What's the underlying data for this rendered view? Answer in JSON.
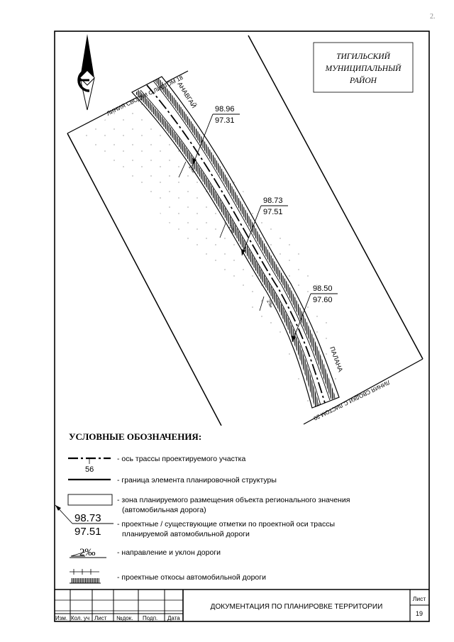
{
  "corner_mark": "2.",
  "district_box": {
    "line1": "ТИГИЛЬСКИЙ",
    "line2": "МУНИЦИПАЛЬНЫЙ",
    "line3": "РАЙОН"
  },
  "map": {
    "match_line_top": "ЛИНИЯ СВОДКИ С ЛИСТОМ 18",
    "match_line_bottom": "ЛИНИЯ СВОДКИ С ЛИСТОМ 20",
    "direction_top": "АНАВГАЙ",
    "direction_bottom": "ПАЛАНА",
    "elevations": [
      {
        "design": "98.96",
        "existing": "97.31"
      },
      {
        "design": "98.73",
        "existing": "97.51"
      },
      {
        "design": "98.50",
        "existing": "97.60"
      }
    ]
  },
  "legend": {
    "title": "УСЛОВНЫЕ ОБОЗНАЧЕНИЯ:",
    "axis_number": "56",
    "items": [
      {
        "text": "- ось трассы проектируемого участка"
      },
      {
        "text": "- граница элемента планировочной структуры"
      },
      {
        "text": "- зона планируемого размещения объекта регионального значения",
        "text2": "(автомобильная дорога)"
      },
      {
        "text": "- проектные / существующие отметки по проектной оси трассы",
        "text2": "планируемой  автомобильной дороги"
      },
      {
        "text": "- направление и уклон дороги"
      },
      {
        "text": "- проектные откосы автомобильной дороги"
      }
    ],
    "elev_sample": {
      "design": "98.73",
      "existing": "97.51"
    },
    "slope_sample": "2‰"
  },
  "title_block": {
    "headers": [
      "Изм.",
      "Кол. уч",
      "Лист",
      "№док.",
      "Подп.",
      "Дата"
    ],
    "document_title": "ДОКУМЕНТАЦИЯ ПО ПЛАНИРОВКЕ ТЕРРИТОРИИ",
    "sheet_label": "Лист",
    "sheet_number": "19"
  }
}
